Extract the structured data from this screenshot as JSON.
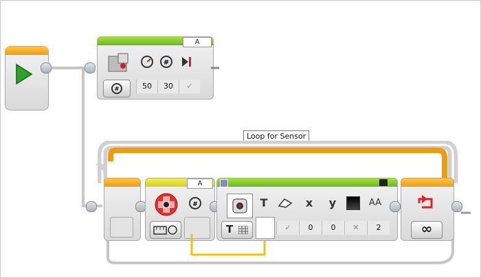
{
  "start_block": {
    "icon": "play-icon"
  },
  "motor_block": {
    "port": "A",
    "icons": [
      "motor-icon",
      "power-icon",
      "rotations-icon",
      "brake-icon"
    ],
    "mode_icon": "rotations-mode-icon",
    "values": {
      "power": "50",
      "rotations": "30",
      "brake": "✓"
    }
  },
  "loop": {
    "label": "Loop for Sensor",
    "mode_icon": "infinity-icon",
    "mode_symbol": "∞"
  },
  "sensor_block": {
    "port": "A",
    "icons": [
      "ev3-buttons-icon",
      "degrees-icon"
    ],
    "mode_icon": "measure-compare-icon"
  },
  "display_block": {
    "mode_icon": "text-grid-icon",
    "mode_text": "T",
    "icons": [
      "text-icon",
      "eraser-icon",
      "x-icon",
      "y-icon",
      "color-icon",
      "font-icon"
    ],
    "glyphs": {
      "text": "T",
      "x": "x",
      "y": "y",
      "font": "AA"
    },
    "values": {
      "clear": "✓",
      "x": "0",
      "y": "0",
      "color": "✕",
      "font": "2"
    }
  },
  "colors": {
    "orange": "#f29a0e",
    "green": "#68b81c",
    "yellow": "#d7cf14",
    "wire_yellow": "#f2c400",
    "sequence_gray": "#c6c6c6"
  }
}
